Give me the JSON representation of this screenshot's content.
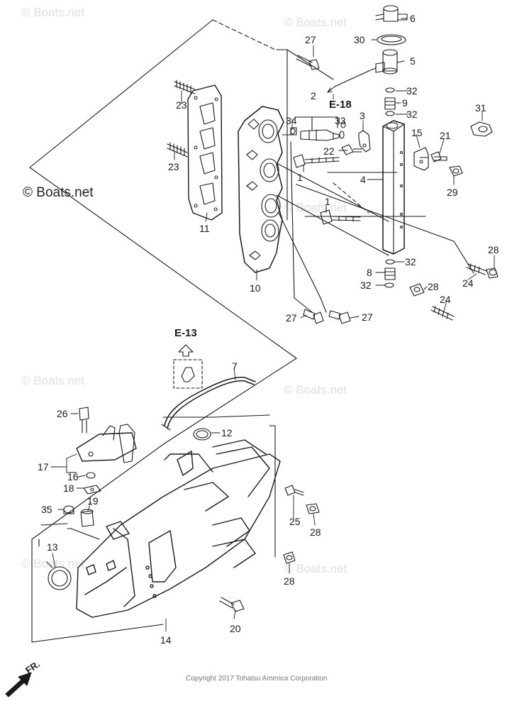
{
  "brand": "© Boats.net",
  "watermark": "© Boats.net",
  "copyright": "Copyright 2017 Tohatsu America Corporation",
  "refs": {
    "e18": "E-18",
    "e13": "E-13"
  },
  "direction": "FR.",
  "callouts": {
    "c6": "6",
    "c30": "30",
    "c27a": "27",
    "c5": "5",
    "c32a": "32",
    "c9": "9",
    "c32b": "32",
    "c2": "2",
    "c34": "34",
    "c33": "33",
    "c3": "3",
    "c31": "31",
    "c23a": "23",
    "c23b": "23",
    "c15": "15",
    "c21": "21",
    "c22": "22",
    "c1a": "1",
    "c4": "4",
    "c29": "29",
    "c1b": "1",
    "c11": "11",
    "c28a": "28",
    "c32c": "32",
    "c8": "8",
    "c24a": "24",
    "c32d": "32",
    "c28b": "28",
    "c10": "10",
    "c24b": "24",
    "c27b": "27",
    "c27c": "27",
    "c7": "7",
    "c26": "26",
    "c12": "12",
    "c17": "17",
    "c16": "16",
    "c18": "18",
    "c19": "19",
    "c35": "35",
    "c25": "25",
    "c28c": "28",
    "c13": "13",
    "c28d": "28",
    "c20": "20",
    "c14": "14"
  },
  "colors": {
    "ink": "#1a1a1a",
    "watermark": "#e0e0e0"
  }
}
